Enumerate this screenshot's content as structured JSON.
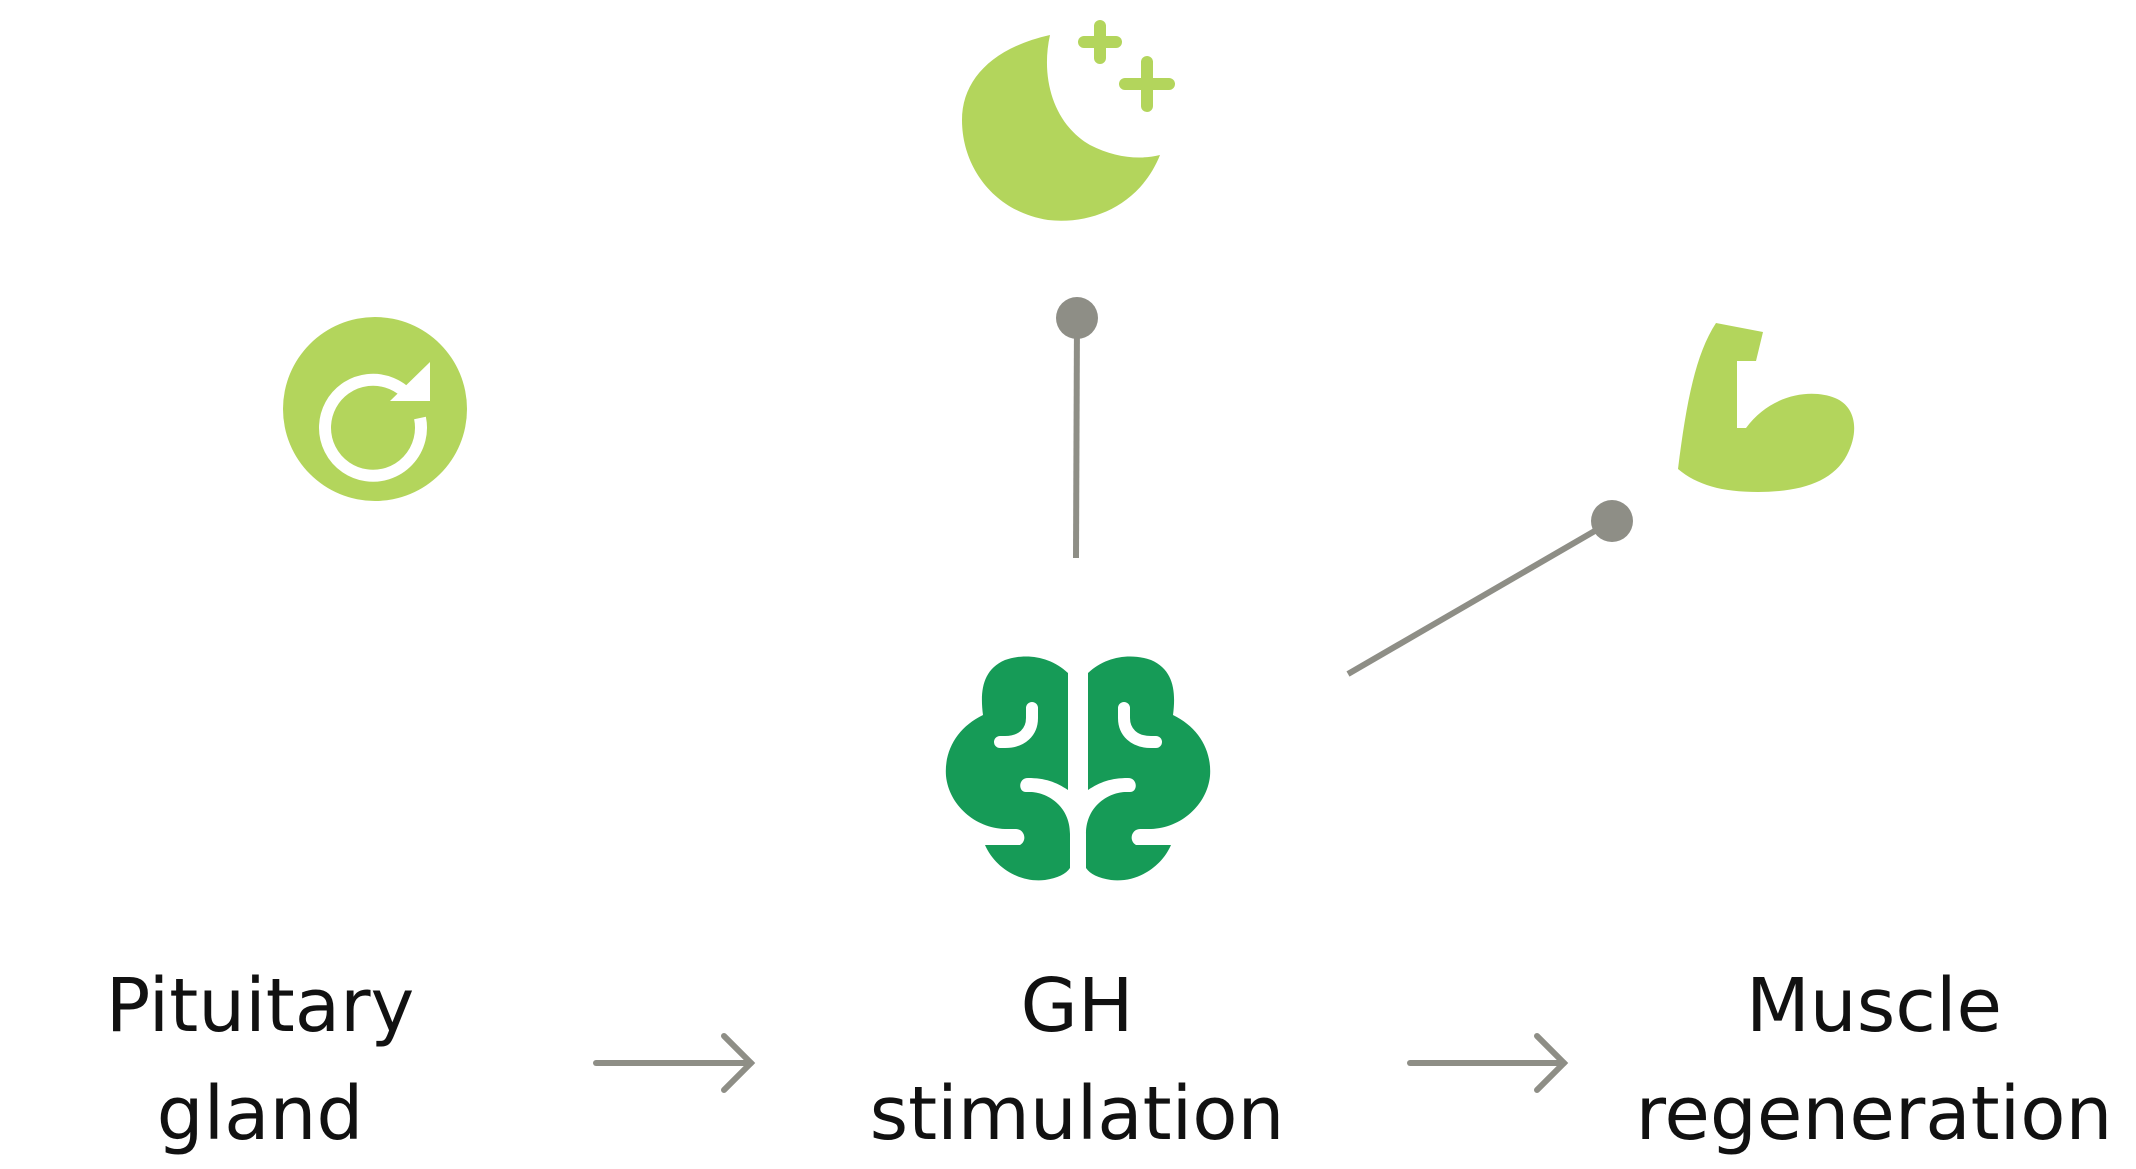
{
  "colors": {
    "accent_light": "#b3d55c",
    "accent_dark": "#169b57",
    "connector": "#8e8e86",
    "text": "#111111",
    "background": "#ffffff"
  },
  "icons": {
    "sleep": "moon-stars-icon",
    "cycle": "refresh-cycle-icon",
    "muscle": "flexed-arm-icon",
    "brain": "brain-icon"
  },
  "steps": [
    {
      "line1": "Pituitary",
      "line2": "gland"
    },
    {
      "line1": "GH",
      "line2": "stimulation"
    },
    {
      "line1": "Muscle",
      "line2": "regeneration"
    }
  ]
}
